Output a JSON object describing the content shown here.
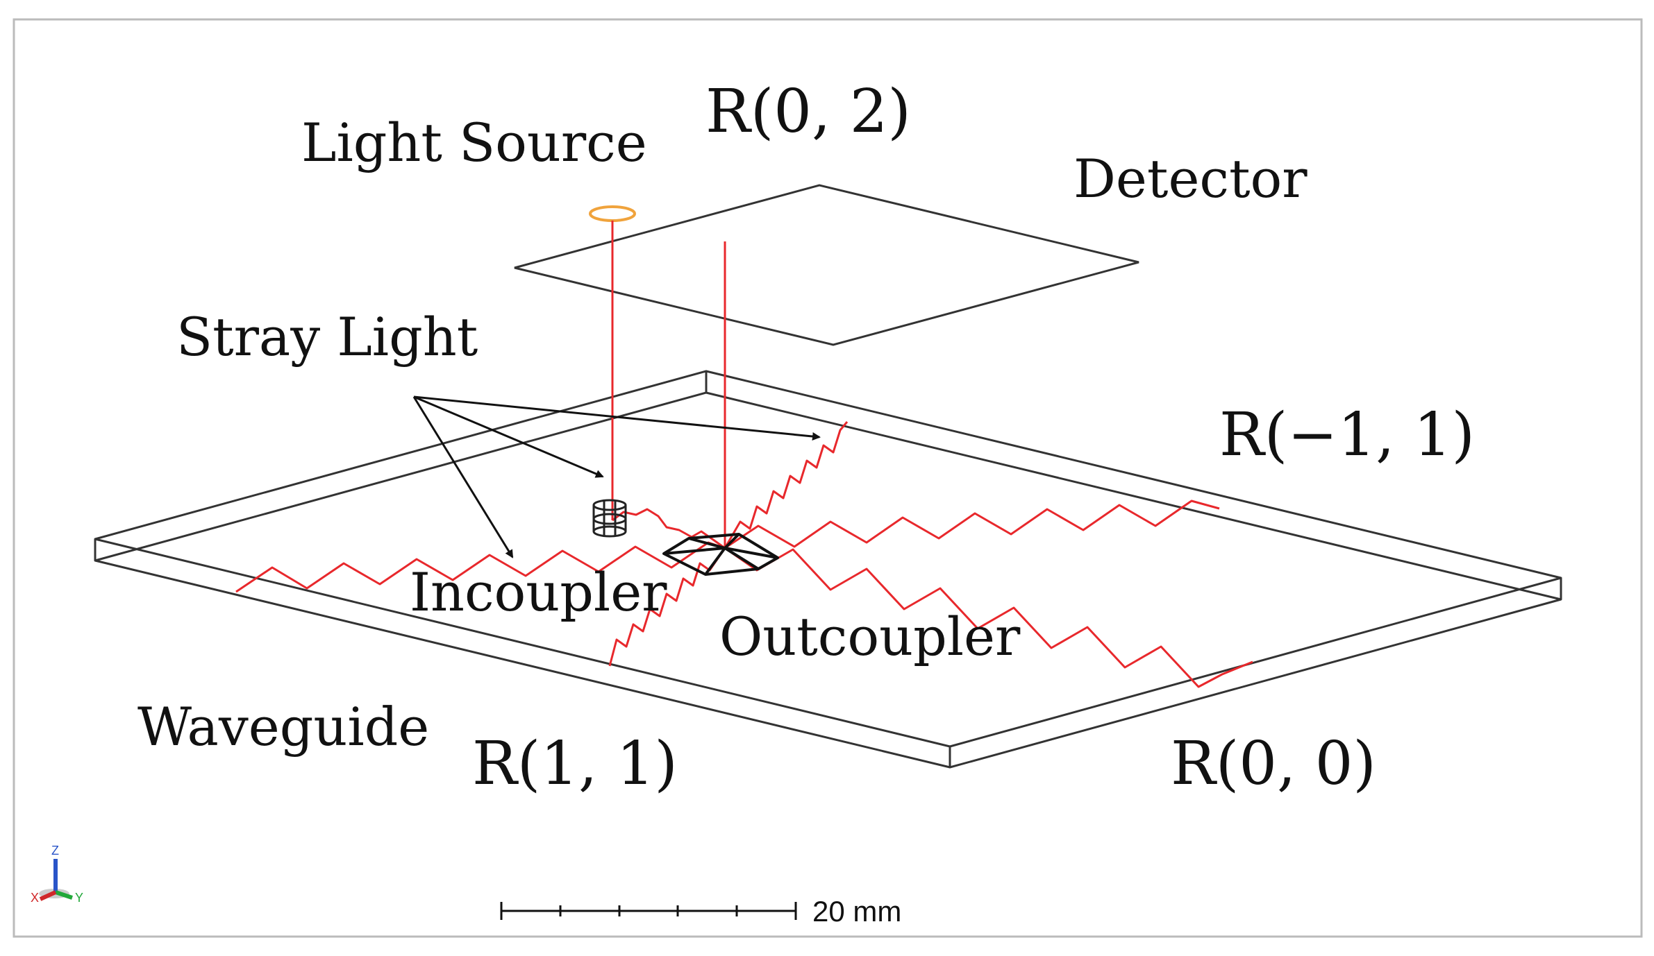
{
  "labels": {
    "light_source": "Light Source",
    "detector": "Detector",
    "stray_light": "Stray Light",
    "incoupler": "Incoupler",
    "outcoupler": "Outcoupler",
    "waveguide": "Waveguide",
    "r02": "R(0, 2)",
    "rm11": "R(−1, 1)",
    "r11": "R(1, 1)",
    "r00": "R(0, 0)"
  },
  "scale_bar": {
    "label": "20 mm"
  },
  "triad": {
    "x": "X",
    "y": "Y",
    "z": "Z"
  },
  "colors": {
    "ray": "#e8282c",
    "source_ring": "#f0a33c",
    "outline": "#333333",
    "triad_x": "#d0282a",
    "triad_y": "#22a83a",
    "triad_z": "#2a55c8"
  }
}
